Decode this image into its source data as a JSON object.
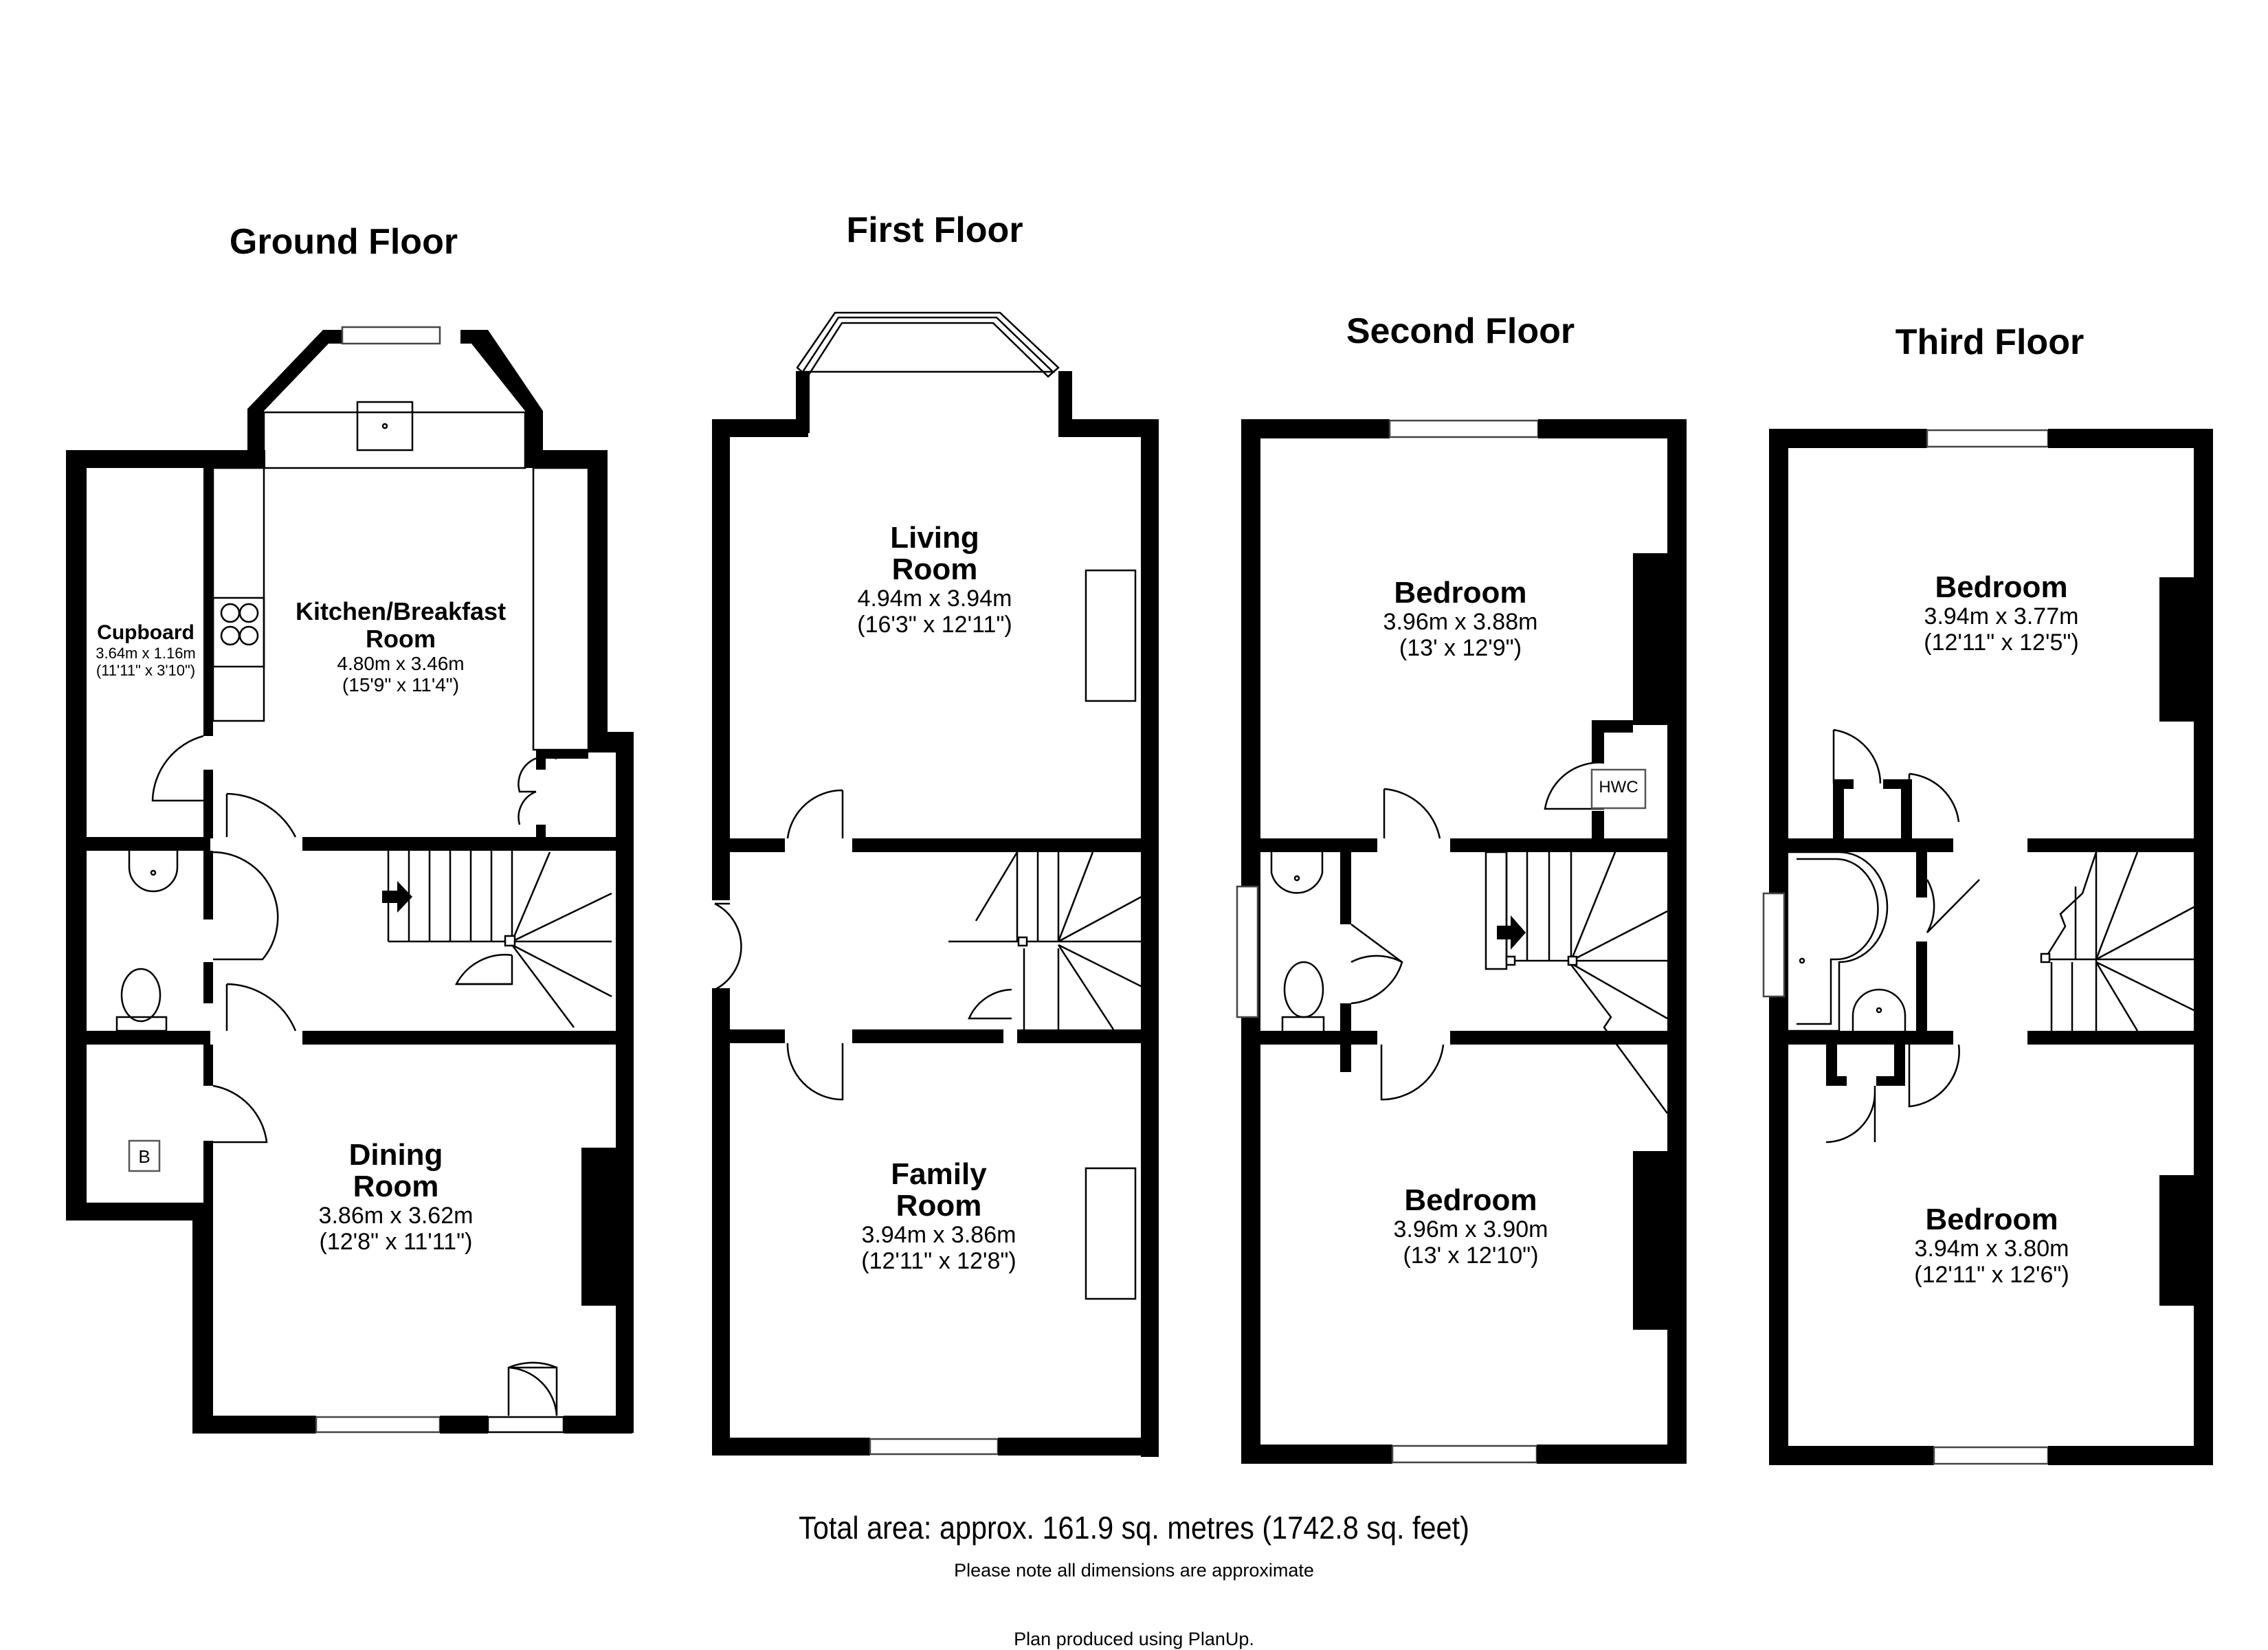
{
  "floors": [
    {
      "title": "Ground Floor",
      "rooms": [
        {
          "name": "Cupboard",
          "metric": "3.64m x 1.16m",
          "imperial": "(11'11\" x 3'10\")"
        },
        {
          "name_line1": "Kitchen/Breakfast",
          "name_line2": "Room",
          "metric": "4.80m x 3.46m",
          "imperial": "(15'9\" x 11'4\")"
        },
        {
          "name_line1": "Dining",
          "name_line2": "Room",
          "metric": "3.86m x 3.62m",
          "imperial": "(12'8\" x 11'11\")"
        }
      ],
      "labels": {
        "boiler": "B"
      }
    },
    {
      "title": "First Floor",
      "rooms": [
        {
          "name_line1": "Living",
          "name_line2": "Room",
          "metric": "4.94m x 3.94m",
          "imperial": "(16'3\" x 12'11\")"
        },
        {
          "name_line1": "Family",
          "name_line2": "Room",
          "metric": "3.94m x 3.86m",
          "imperial": "(12'11\" x 12'8\")"
        }
      ]
    },
    {
      "title": "Second Floor",
      "rooms": [
        {
          "name": "Bedroom",
          "metric": "3.96m x 3.88m",
          "imperial": "(13' x 12'9\")"
        },
        {
          "name": "Bedroom",
          "metric": "3.96m x 3.90m",
          "imperial": "(13' x 12'10\")"
        }
      ],
      "labels": {
        "hot_water_cylinder": "HWC"
      }
    },
    {
      "title": "Third Floor",
      "rooms": [
        {
          "name": "Bedroom",
          "metric": "3.94m x 3.77m",
          "imperial": "(12'11\" x 12'5\")"
        },
        {
          "name": "Bedroom",
          "metric": "3.94m x 3.80m",
          "imperial": "(12'11\" x 12'6\")"
        }
      ]
    }
  ],
  "footer": {
    "total_area": "Total area: approx. 161.9 sq. metres (1742.8 sq. feet)",
    "note": "Please note all dimensions are approximate",
    "credit": "Plan produced using PlanUp."
  },
  "colors": {
    "wall": "#000000",
    "background": "#ffffff",
    "fixture_line": "#000000"
  }
}
